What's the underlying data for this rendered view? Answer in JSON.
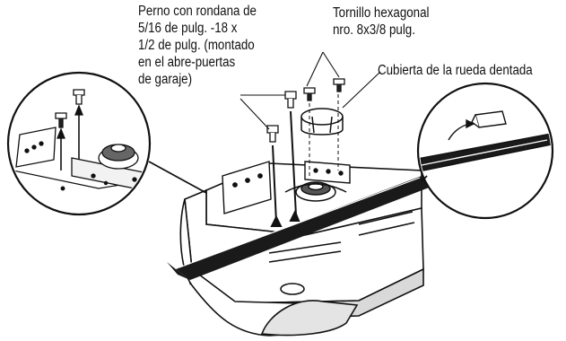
{
  "labels": {
    "bolt": "Perno con rondana de\n5/16 de pulg. -18 x\n1/2 de pulg. (montado\nen el abre-puertas\nde garaje)",
    "screw": "Tornillo hexagonal\nnro. 8x3/8 pulg.",
    "cover": "Cubierta de la rueda dentada"
  },
  "colors": {
    "ink": "#111111",
    "rail": "#1a1a1a",
    "housing_shade": "#d9d9d9",
    "background": "#ffffff"
  }
}
